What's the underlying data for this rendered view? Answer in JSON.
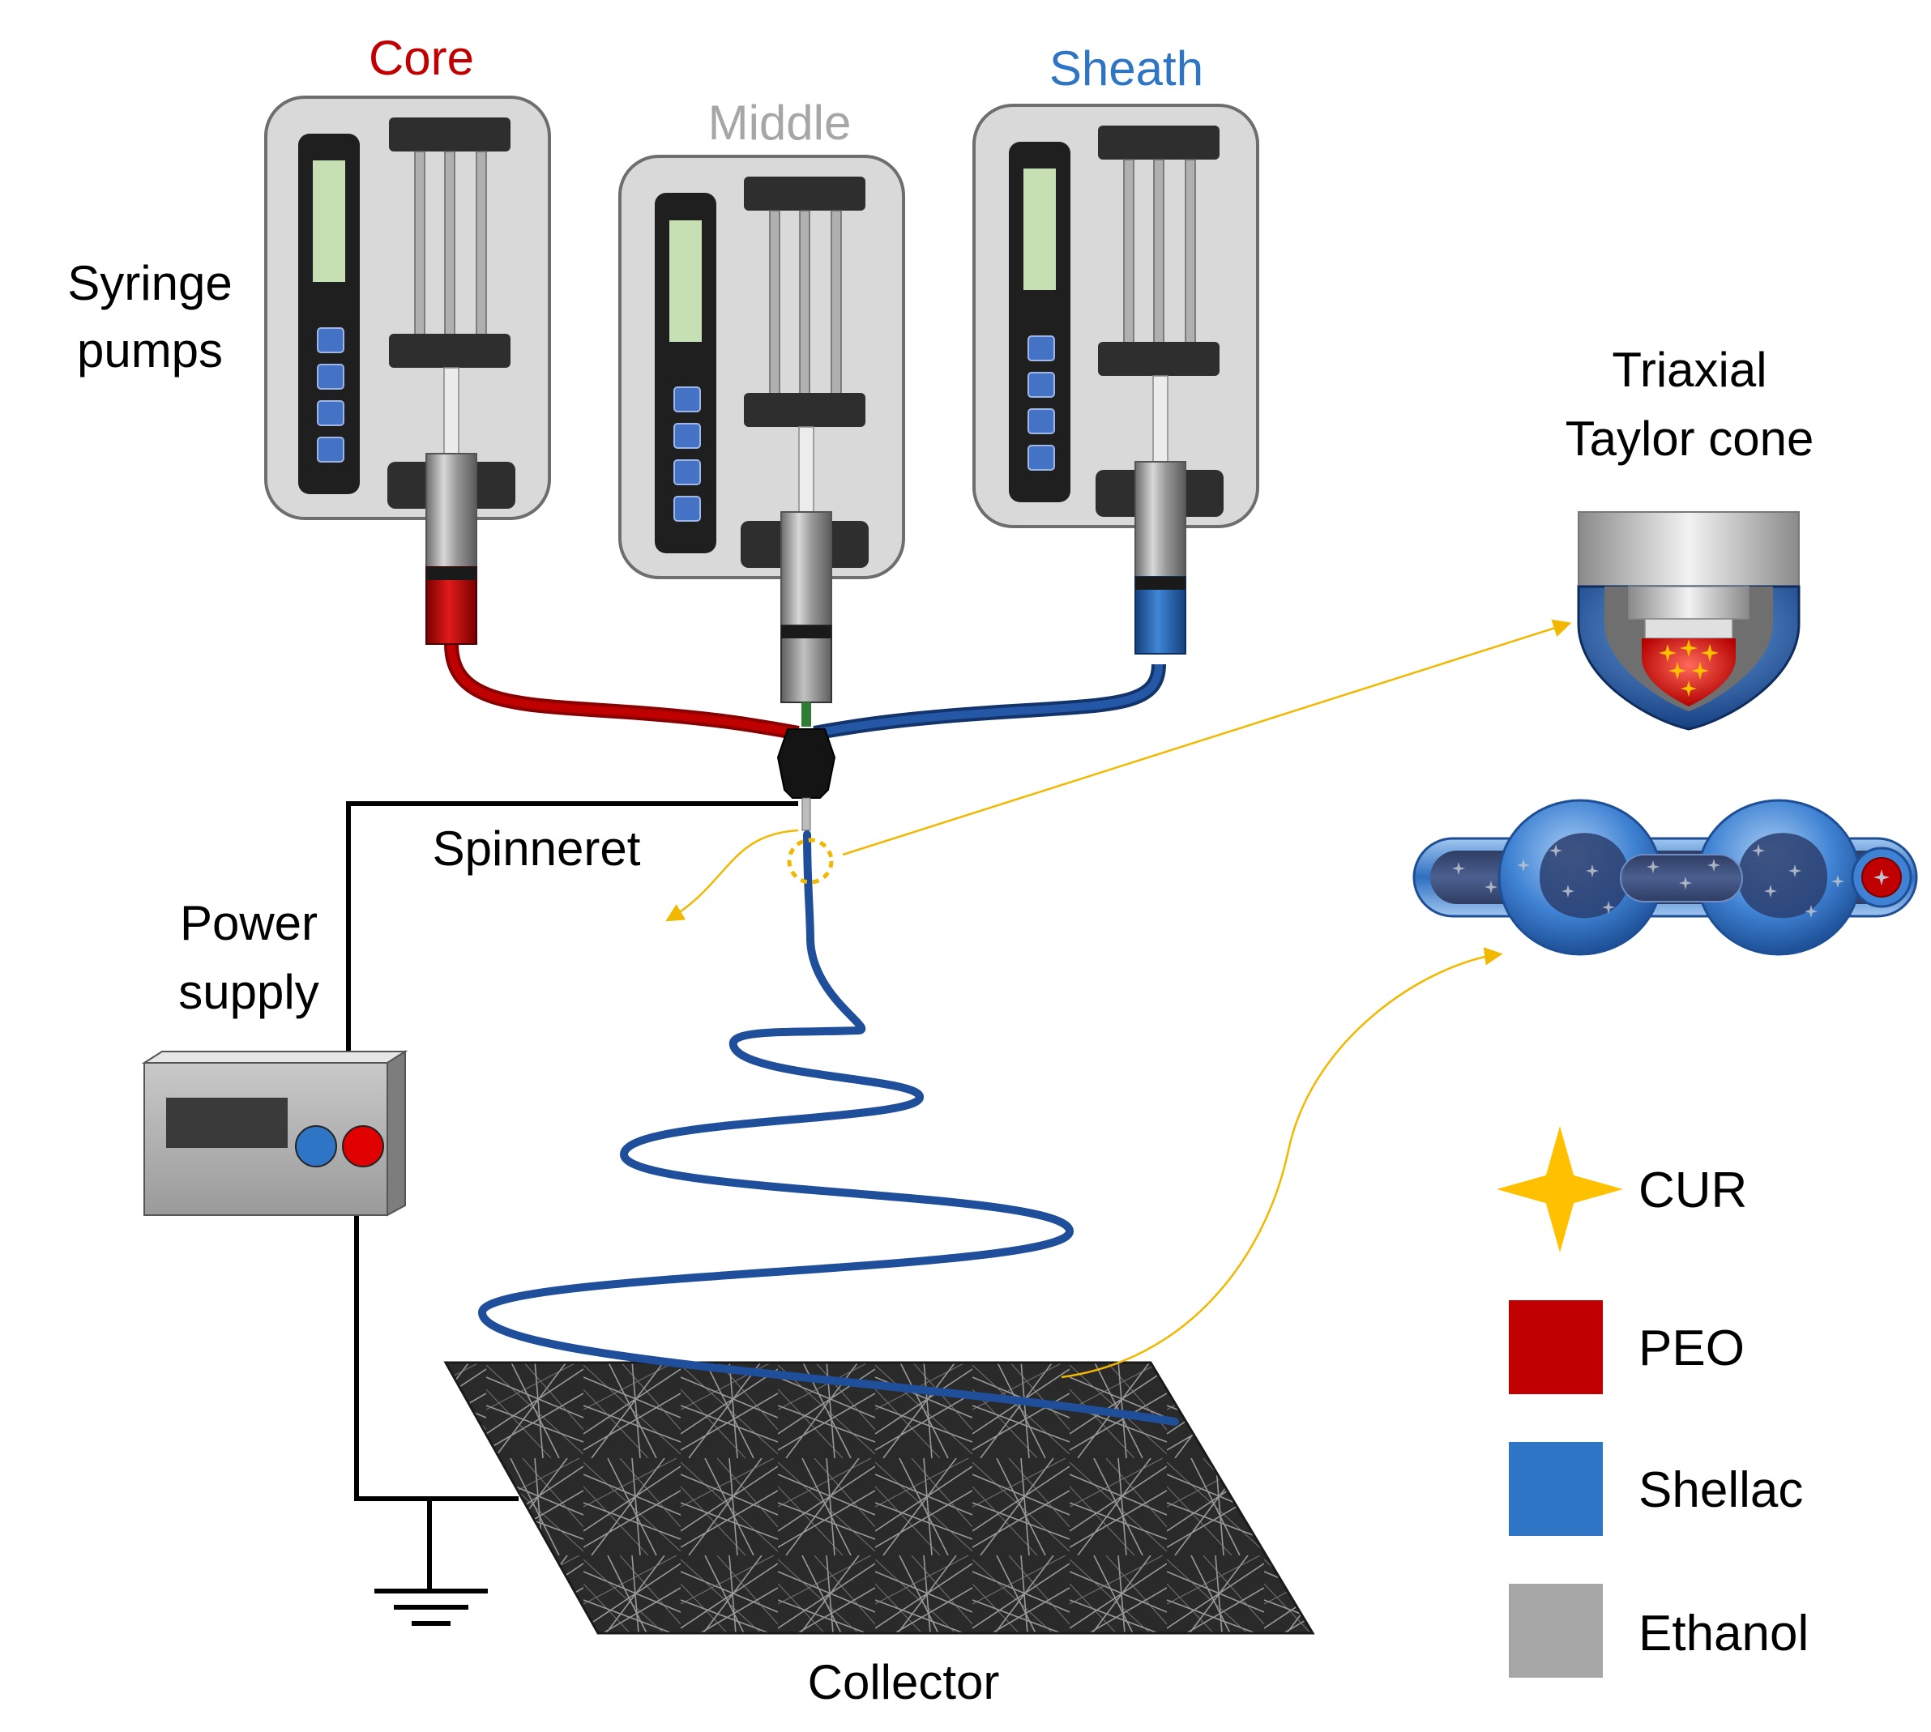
{
  "labels": {
    "core": "Core",
    "middle": "Middle",
    "sheath": "Sheath",
    "syringe_line1": "Syringe",
    "syringe_line2": "pumps",
    "triaxial_line1": "Triaxial",
    "triaxial_line2": "Taylor cone",
    "spinneret": "Spinneret",
    "power_line1": "Power",
    "power_line2": "supply",
    "collector": "Collector"
  },
  "legend": [
    {
      "label": "CUR",
      "color": "#FFC000",
      "shape": "star-icon"
    },
    {
      "label": "PEO",
      "color": "#C00000",
      "shape": "square"
    },
    {
      "label": "Shellac",
      "color": "#2E75C6",
      "shape": "square"
    },
    {
      "label": "Ethanol",
      "color": "#A6A6A6",
      "shape": "square"
    }
  ],
  "colors": {
    "core": "#C00000",
    "middle": "#A6A6A6",
    "sheath": "#2E75C6",
    "tubing_red": "#B00000",
    "tubing_blue": "#1F4E9A",
    "jet": "#1F4E9A",
    "arrow": "#F2B800",
    "wire": "#000000",
    "pump_body": "#D9D9D9"
  }
}
